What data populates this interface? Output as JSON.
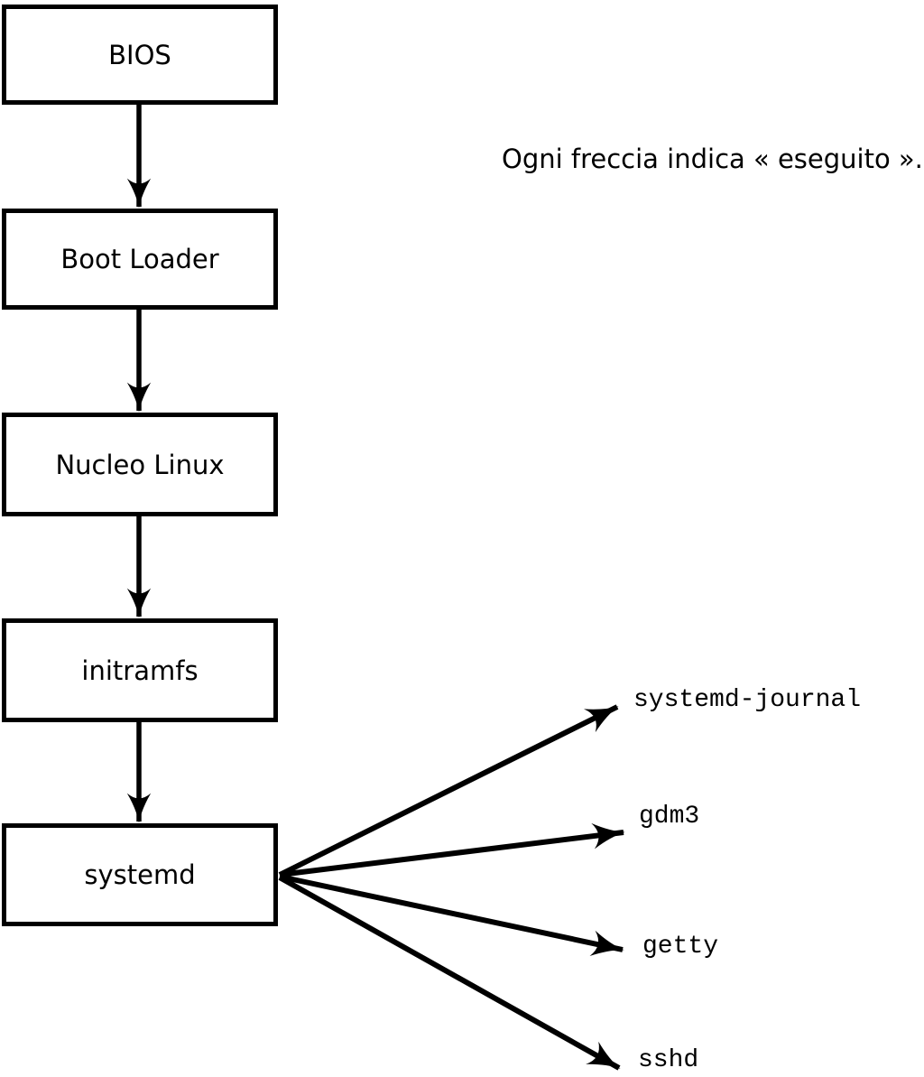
{
  "diagram": {
    "annotation": "Ogni freccia indica « eseguito ».",
    "arrow_meaning": "eseguito",
    "colors": {
      "ink": "#000000",
      "background": "#ffffff"
    },
    "nodes": [
      {
        "id": "bios",
        "label": "BIOS"
      },
      {
        "id": "bootloader",
        "label": "Boot Loader"
      },
      {
        "id": "kernel",
        "label": "Nucleo Linux"
      },
      {
        "id": "initramfs",
        "label": "initramfs"
      },
      {
        "id": "systemd",
        "label": "systemd"
      }
    ],
    "services": [
      {
        "id": "systemd-journal",
        "label": "systemd-journal"
      },
      {
        "id": "gdm3",
        "label": "gdm3"
      },
      {
        "id": "getty",
        "label": "getty"
      },
      {
        "id": "sshd",
        "label": "sshd"
      }
    ],
    "edges": [
      {
        "from": "BIOS",
        "to": "Boot Loader"
      },
      {
        "from": "Boot Loader",
        "to": "Nucleo Linux"
      },
      {
        "from": "Nucleo Linux",
        "to": "initramfs"
      },
      {
        "from": "initramfs",
        "to": "systemd"
      },
      {
        "from": "systemd",
        "to": "systemd-journal"
      },
      {
        "from": "systemd",
        "to": "gdm3"
      },
      {
        "from": "systemd",
        "to": "getty"
      },
      {
        "from": "systemd",
        "to": "sshd"
      }
    ]
  }
}
